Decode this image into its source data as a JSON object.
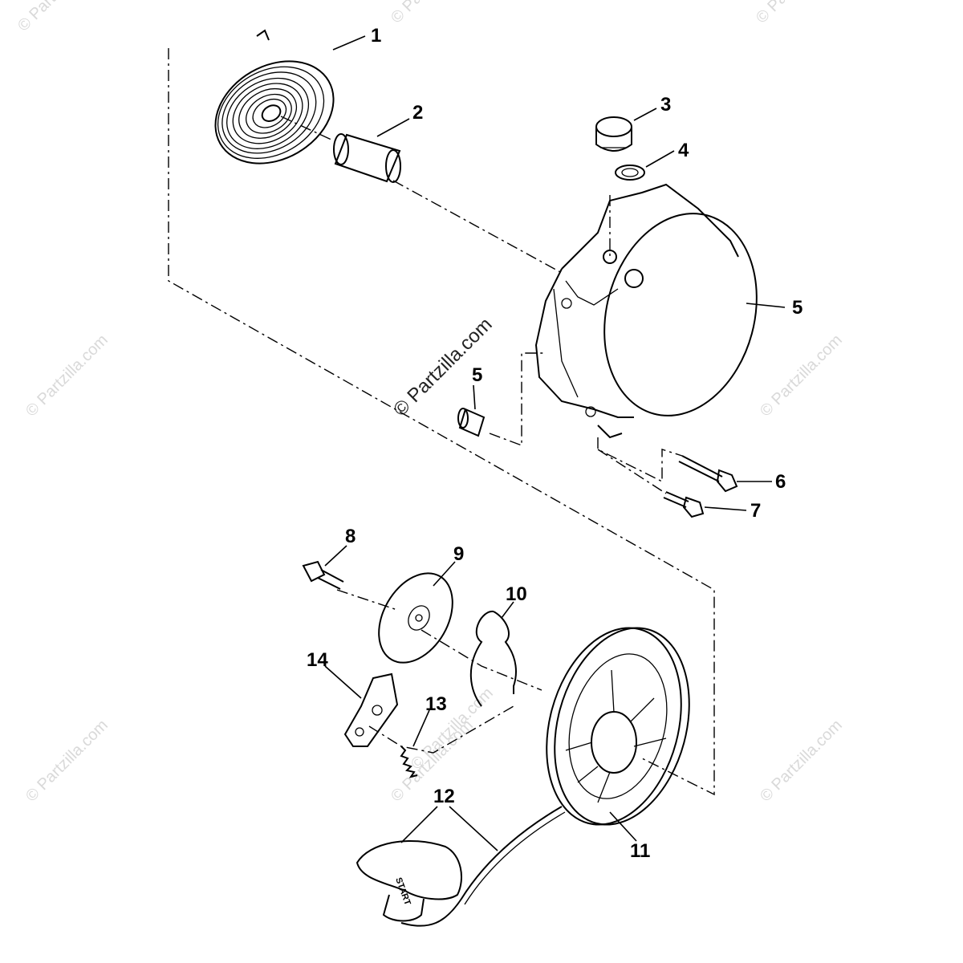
{
  "diagram": {
    "callouts": [
      "1",
      "2",
      "3",
      "4",
      "5",
      "5",
      "6",
      "7",
      "8",
      "9",
      "10",
      "11",
      "12",
      "12",
      "13",
      "14"
    ],
    "center_watermark": "© Partzilla.com",
    "watermarks": [
      "© Partzilla.com",
      "© Partzilla.com",
      "© Partzilla.com",
      "© Partzilla.com",
      "© Partzilla.com",
      "© Partzilla.com",
      "© Partzilla.com",
      "© Partzilla.com",
      "© Partzilla.com"
    ],
    "handle_label": "START"
  }
}
